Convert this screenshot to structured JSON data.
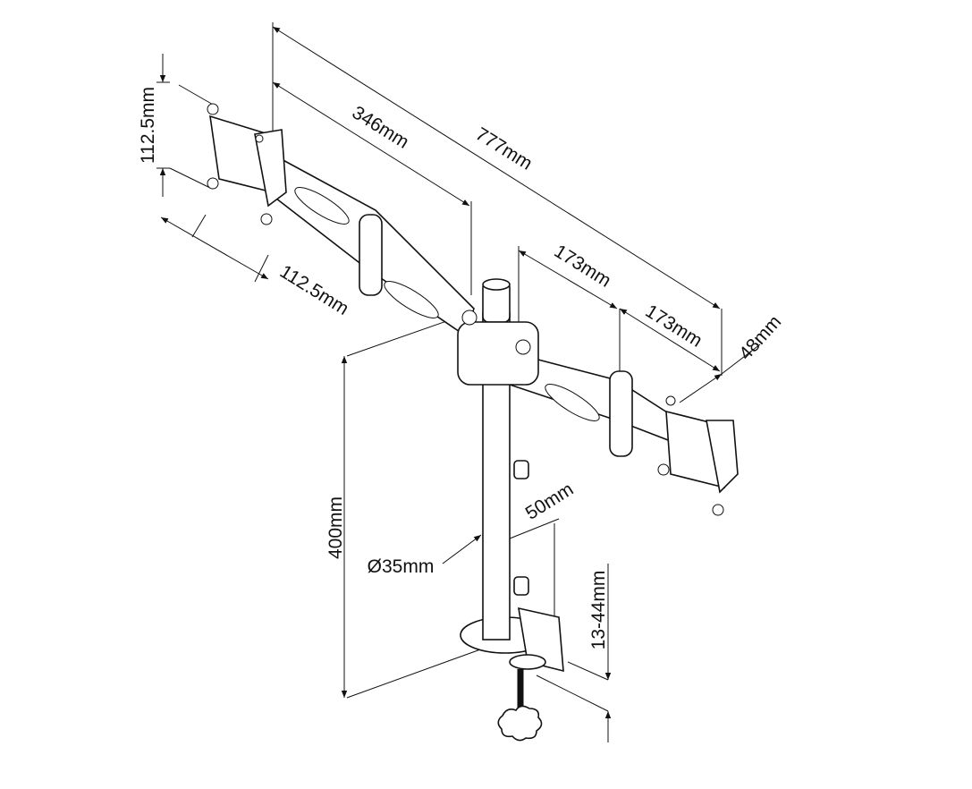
{
  "diagram": {
    "dimensions": {
      "vesa_height": "112.5mm",
      "vesa_width": "112.5mm",
      "arm_length": "346mm",
      "total_width": "777mm",
      "segment_1": "173mm",
      "segment_2": "173mm",
      "bracket_depth": "48mm",
      "pole_height": "400mm",
      "pole_diameter": "Ø35mm",
      "clamp_offset": "50mm",
      "desk_thickness": "13-44mm"
    },
    "colors": {
      "line": "#111111",
      "background": "#ffffff"
    }
  }
}
